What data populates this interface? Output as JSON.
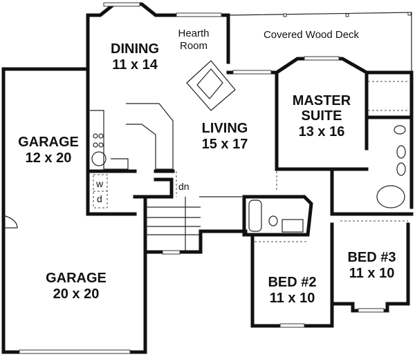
{
  "plan": {
    "rooms": [
      {
        "id": "dining",
        "name": "DINING",
        "size": "11 x 14"
      },
      {
        "id": "hearth",
        "name": "Hearth",
        "name2": "Room"
      },
      {
        "id": "deck",
        "name": "Covered Wood Deck"
      },
      {
        "id": "master",
        "name": "MASTER",
        "name2": "SUITE",
        "size": "13 x 16"
      },
      {
        "id": "living",
        "name": "LIVING",
        "size": "15 x 17"
      },
      {
        "id": "garage1",
        "name": "GARAGE",
        "size": "12 x 20"
      },
      {
        "id": "garage2",
        "name": "GARAGE",
        "size": "20 x 20"
      },
      {
        "id": "bed2",
        "name": "BED #2",
        "size": "11 x 10"
      },
      {
        "id": "bed3",
        "name": "BED #3",
        "size": "11 x 10"
      }
    ],
    "annotations": {
      "stairs_down": "dn",
      "washer": "w",
      "dryer": "d"
    }
  }
}
